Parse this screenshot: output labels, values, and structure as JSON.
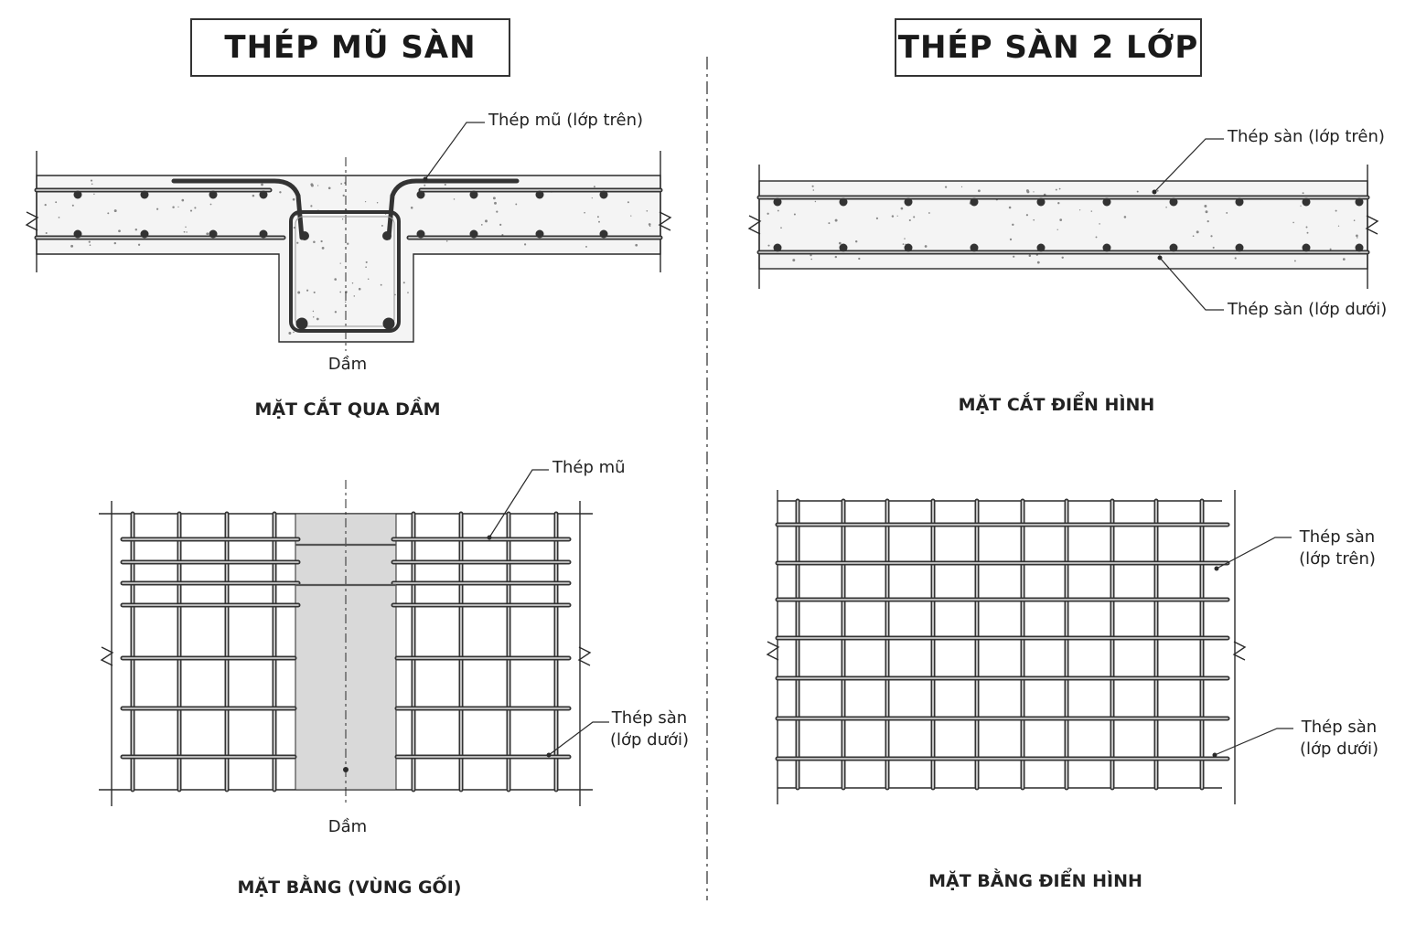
{
  "left": {
    "title": "THÉP MŨ SÀN",
    "section": {
      "caption": "MẶT CẮT QUA DẦM",
      "label_cap_bar": "Thép mũ (lớp trên)",
      "label_beam": "Dầm"
    },
    "plan": {
      "caption": "MẶT BẰNG (VÙNG GỐI)",
      "label_cap_bar": "Thép mũ",
      "label_bottom_line1": "Thép sàn",
      "label_bottom_line2": "(lớp dưới)",
      "label_beam": "Dầm"
    }
  },
  "right": {
    "title": "THÉP SÀN 2 LỚP",
    "section": {
      "caption": "MẶT CẮT ĐIỂN HÌNH",
      "label_top": "Thép sàn (lớp trên)",
      "label_bottom": "Thép sàn (lớp dưới)"
    },
    "plan": {
      "caption": "MẶT BẰNG ĐIỂN HÌNH",
      "label_top_line1": "Thép sàn",
      "label_top_line2": "(lớp trên)",
      "label_bottom_line1": "Thép sàn",
      "label_bottom_line2": "(lớp dưới)"
    }
  },
  "colors": {
    "line": "#2a2a2a",
    "concrete_fill": "#f4f4f4",
    "beam_zone_fill": "#d9d9d9",
    "bar": "#333333"
  }
}
